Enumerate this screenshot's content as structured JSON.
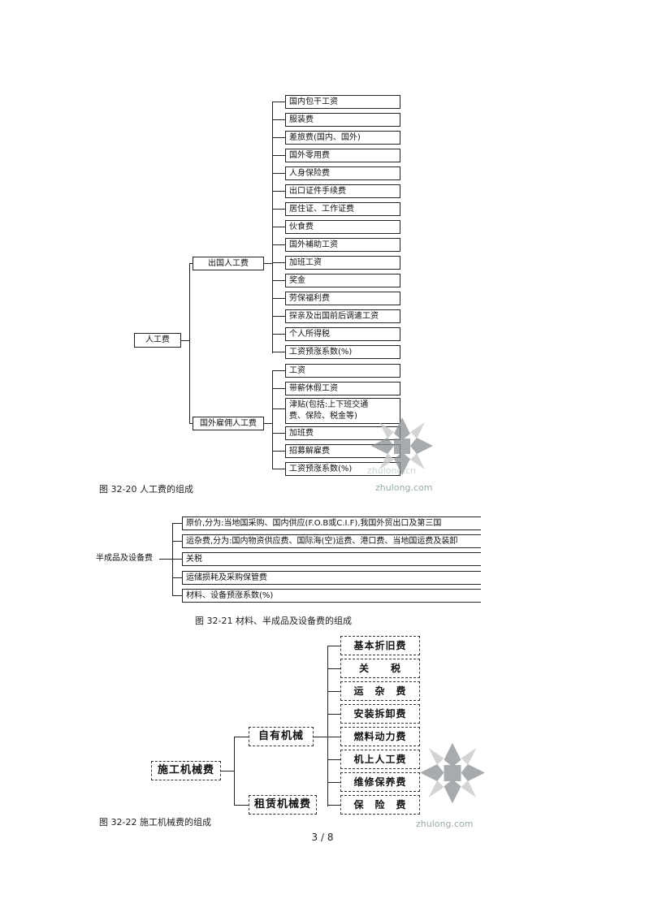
{
  "figure1": {
    "root": "人工费",
    "branch_a": "出国人工费",
    "branch_b": "国外雇佣人工费",
    "items_a": [
      "国内包干工资",
      "服装费",
      "差旅费(国内、国外)",
      "国外零用费",
      "人身保险费",
      "出口证件手续费",
      "居住证、工作证费",
      "伙食费",
      "国外補助工资",
      "加班工资",
      "奖金",
      "劳保福利费",
      "探亲及出国前后调遣工资",
      "个人所得税",
      "工资预涨系数(%)"
    ],
    "items_b": [
      "工资",
      "带薪休假工资",
      "津贴(包括:上下班交通",
      "费、保险、税金等)",
      "加班费",
      "招募解雇费",
      "工资预涨系数(%)"
    ],
    "caption": "图 32-20 人工费的组成"
  },
  "figure2": {
    "root": "半成品及设备费",
    "items": [
      "原价,分为:当地国采购、国内供应(F.O.B或C.I.F),我国外贸出口及第三国",
      "运杂费,分为:国内物资供应费、国际海(空)运费、港口费、当地国运费及装卸",
      "关税",
      "运储损耗及采购保管费",
      "材料、设备预涨系数(%)"
    ],
    "caption": "图 32-21 材料、半成品及设备费的组成"
  },
  "figure3": {
    "root": "施工机械费",
    "branch_a": "自有机械",
    "branch_b": "租赁机械费",
    "items": [
      "基本折旧费",
      "关　　税",
      "运　杂　费",
      "安装拆卸费",
      "燃料动力费",
      "机上人工费",
      "维修保养费",
      "保　险　费"
    ],
    "caption": "图 32-22 施工机械费的组成"
  },
  "watermark": {
    "site": "zhulong.com",
    "site_blur": "zhulong.cn"
  },
  "page_number": "3 / 8"
}
